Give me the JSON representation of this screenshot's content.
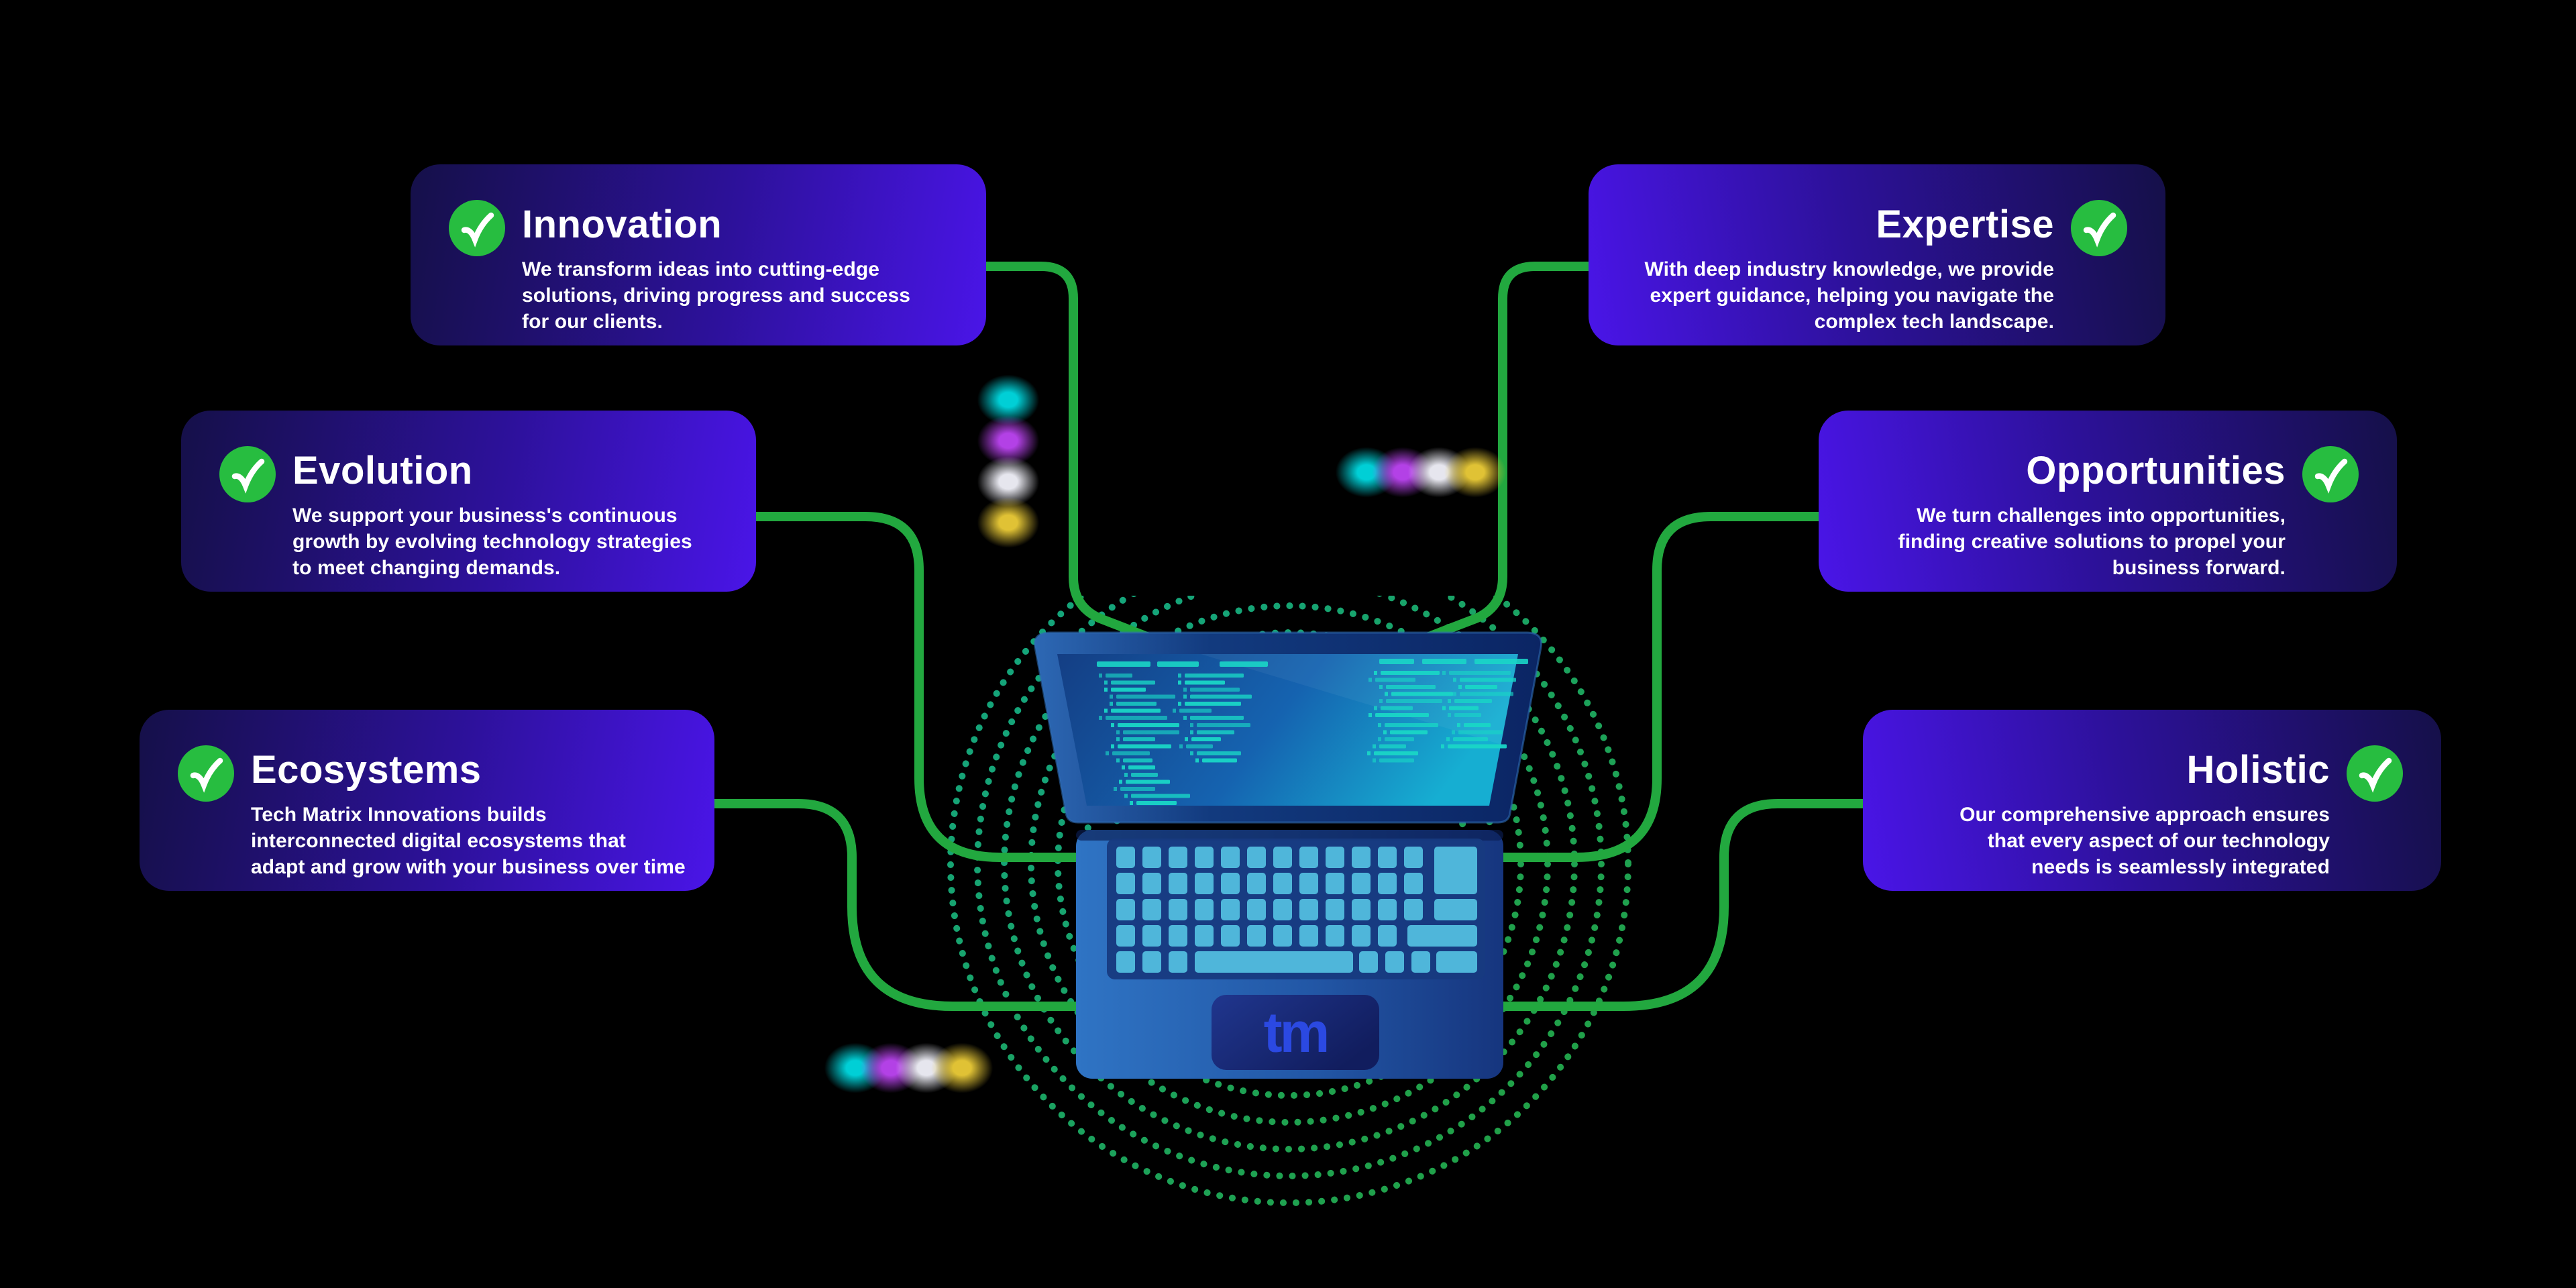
{
  "page": {
    "background": "#000000",
    "description": "Tech Matrix Innovations services infographic with central laptop"
  },
  "colors": {
    "bg": "#000000",
    "connector_green": "#22a83f",
    "check_green": "#27bd40",
    "check_mark": "#ffffff",
    "title_text": "#ffffff",
    "body_text": "#ffffff",
    "card_gradient_dark": "#151049",
    "card_gradient_bright": "#4a15e8",
    "ring_teal": "#17cfa6",
    "ring_green": "#2cc84e",
    "screen_code": "#19d6c6",
    "laptop_logo_blue": "#2b49e2",
    "dot_colors": [
      "#00cfd6",
      "#b341e6",
      "#e6e6ee",
      "#e0c235"
    ]
  },
  "laptop": {
    "logo_text": "tm"
  },
  "cards": [
    {
      "id": "innovation",
      "side": "left",
      "title": "Innovation",
      "body": "We transform ideas into cutting-edge\nsolutions, driving progress and success\nfor our clients."
    },
    {
      "id": "evolution",
      "side": "left",
      "title": "Evolution",
      "body": "We support your business's continuous\ngrowth by evolving technology strategies\nto meet changing demands."
    },
    {
      "id": "ecosystems",
      "side": "left",
      "title": "Ecosystems",
      "body": "Tech Matrix Innovations builds\ninterconnected digital ecosystems that\nadapt and grow with your business over time"
    },
    {
      "id": "expertise",
      "side": "right",
      "title": "Expertise",
      "body": "With deep industry knowledge, we provide\nexpert guidance, helping you navigate the\ncomplex tech landscape."
    },
    {
      "id": "opportunities",
      "side": "right",
      "title": "Opportunities",
      "body": "We turn challenges into opportunities,\nfinding creative solutions to propel your\nbusiness forward."
    },
    {
      "id": "holistic",
      "side": "right",
      "title": "Holistic",
      "body": "Our comprehensive approach ensures\nthat every aspect of our technology\nneeds is seamlessly integrated"
    }
  ]
}
